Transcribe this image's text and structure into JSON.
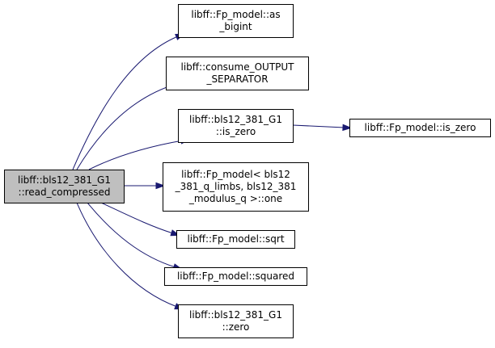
{
  "graph": {
    "type": "call-graph",
    "colors": {
      "root_fill": "#bfbfbf",
      "node_fill": "#ffffff",
      "node_border": "#000000",
      "edge": "#191970"
    },
    "root": {
      "id": "read_compressed",
      "lines": [
        "libff::bls12_381_G1",
        "::read_compressed"
      ]
    },
    "nodes": [
      {
        "id": "as_bigint",
        "lines": [
          "libff::Fp_model::as",
          "_bigint"
        ]
      },
      {
        "id": "consume_sep",
        "lines": [
          "libff::consume_OUTPUT",
          "_SEPARATOR"
        ]
      },
      {
        "id": "g1_is_zero",
        "lines": [
          "libff::bls12_381_G1",
          "::is_zero"
        ]
      },
      {
        "id": "fp_is_zero",
        "lines": [
          "libff::Fp_model::is_zero"
        ]
      },
      {
        "id": "one",
        "lines": [
          "libff::Fp_model< bls12",
          "_381_q_limbs, bls12_381",
          "_modulus_q >::one"
        ]
      },
      {
        "id": "sqrt",
        "lines": [
          "libff::Fp_model::sqrt"
        ]
      },
      {
        "id": "squared",
        "lines": [
          "libff::Fp_model::squared"
        ]
      },
      {
        "id": "g1_zero",
        "lines": [
          "libff::bls12_381_G1",
          "::zero"
        ]
      }
    ],
    "edges": [
      {
        "from": "read_compressed",
        "to": "as_bigint"
      },
      {
        "from": "read_compressed",
        "to": "consume_sep"
      },
      {
        "from": "read_compressed",
        "to": "g1_is_zero"
      },
      {
        "from": "read_compressed",
        "to": "one"
      },
      {
        "from": "read_compressed",
        "to": "sqrt"
      },
      {
        "from": "read_compressed",
        "to": "squared"
      },
      {
        "from": "read_compressed",
        "to": "g1_zero"
      },
      {
        "from": "g1_is_zero",
        "to": "fp_is_zero"
      }
    ]
  }
}
